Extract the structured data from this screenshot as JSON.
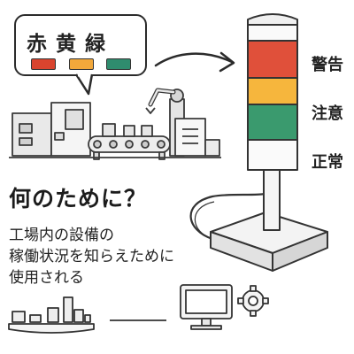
{
  "bubble": {
    "colors_label": "赤 黄 緑",
    "swatches": [
      "#d9442e",
      "#f2a83b",
      "#2f8c6e"
    ]
  },
  "tower": {
    "lights": [
      {
        "label": "警告",
        "color": "#e0503a"
      },
      {
        "label": "注意",
        "color": "#f6b63d"
      },
      {
        "label": "正常",
        "color": "#3a9a6e"
      }
    ]
  },
  "heading": {
    "title": "何のために？",
    "description_lines": [
      "工場内の設備の",
      "稼働状況を知らえために",
      "使用される"
    ]
  },
  "icons": [
    "factory-icon",
    "conveyor-icon",
    "robot-arm-icon",
    "arrow-icon",
    "monitor-icon",
    "gear-icon",
    "bar-chart-icon"
  ]
}
